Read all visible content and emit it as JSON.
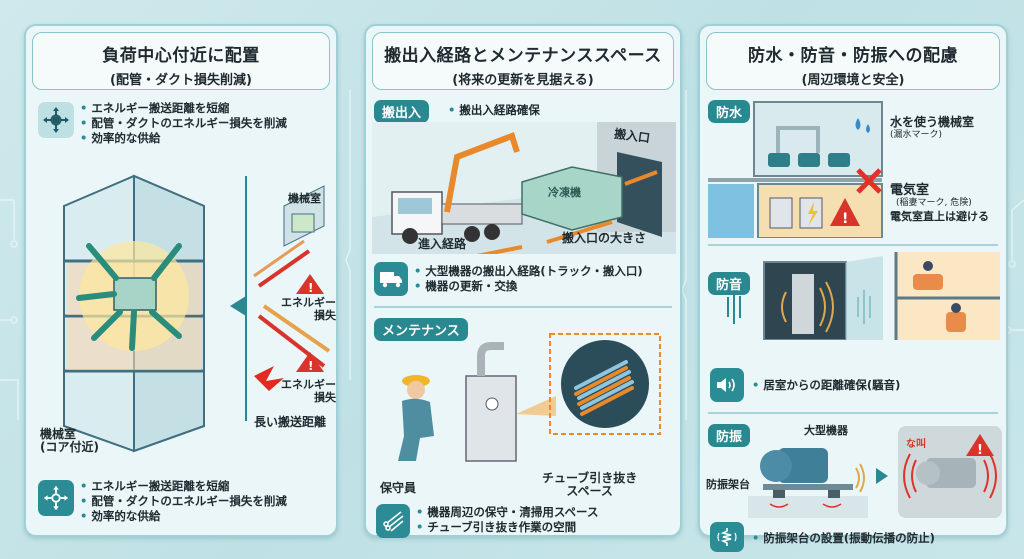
{
  "panels": [
    {
      "title": "負荷中心付近に配置",
      "subtitle": "(配管・ダクト損失削減)",
      "top_bullets": [
        "エネルギー搬送距離を短縮",
        "配管・ダクトのエネルギー損失を削減",
        "効率的な供給"
      ],
      "labels": {
        "machine_room_far": "機械室",
        "energy_loss_1_line1": "エネルギー",
        "energy_loss_1_line2": "損失",
        "energy_loss_2_line1": "エネルギー",
        "energy_loss_2_line2": "損失",
        "long_distance": "長い搬送距離",
        "machine_room_core_line1": "機械室",
        "machine_room_core_line2": "(コア付近)"
      },
      "bottom_bullets": [
        "エネルギー搬送距離を短縮",
        "配管・ダクトのエネルギー損失を削減",
        "効率的な供給"
      ],
      "icons": [
        "distribute-arrows-icon",
        "distribute-arrows-icon"
      ]
    },
    {
      "title": "搬出入経路とメンテナンススペース",
      "subtitle": "(将来の更新を見据える)",
      "section1": {
        "tag": "搬出入",
        "heading_bullet": "搬出入経路確保",
        "labels": {
          "entrance": "搬入口",
          "equipment": "冷凍機",
          "route": "進入経路",
          "opening_size": "搬入口の大きさ"
        },
        "bullets": [
          "大型機器の搬出入経路(トラック・搬入口)",
          "機器の更新・交換"
        ],
        "icon": "truck-icon"
      },
      "section2": {
        "tag": "メンテナンス",
        "labels": {
          "worker": "保守員",
          "tube_space_line1": "チューブ引き抜き",
          "tube_space_line2": "スペース"
        },
        "bullets": [
          "機器周辺の保守・清掃用スペース",
          "チューブ引き抜き作業の空間"
        ],
        "icon": "tubes-icon"
      }
    },
    {
      "title": "防水・防音・防振への配慮",
      "subtitle": "(周辺環境と安全)",
      "waterproof": {
        "tag": "防水",
        "water_room": "水を使う機械室",
        "water_room_note": "(漏水マーク)",
        "electric_room": "電気室",
        "electric_room_note": "(稲妻マーク, 危険)",
        "avoid_note": "電気室直上は避ける"
      },
      "soundproof": {
        "tag": "防音",
        "bullets": [
          "居室からの距離確保(騒音)"
        ],
        "icon": "speaker-icon"
      },
      "vibration": {
        "tag": "防振",
        "large_equipment": "大型機器",
        "mount": "防振架台",
        "bad_example": "な叫",
        "bullets": [
          "防振架台の設置(振動伝播の防止)"
        ],
        "icon": "spring-vibration-icon"
      }
    }
  ],
  "colors": {
    "teal": "#2a8891",
    "orange": "#e8892c",
    "red": "#d9342b",
    "panel_bg": "#eaf6f7"
  }
}
